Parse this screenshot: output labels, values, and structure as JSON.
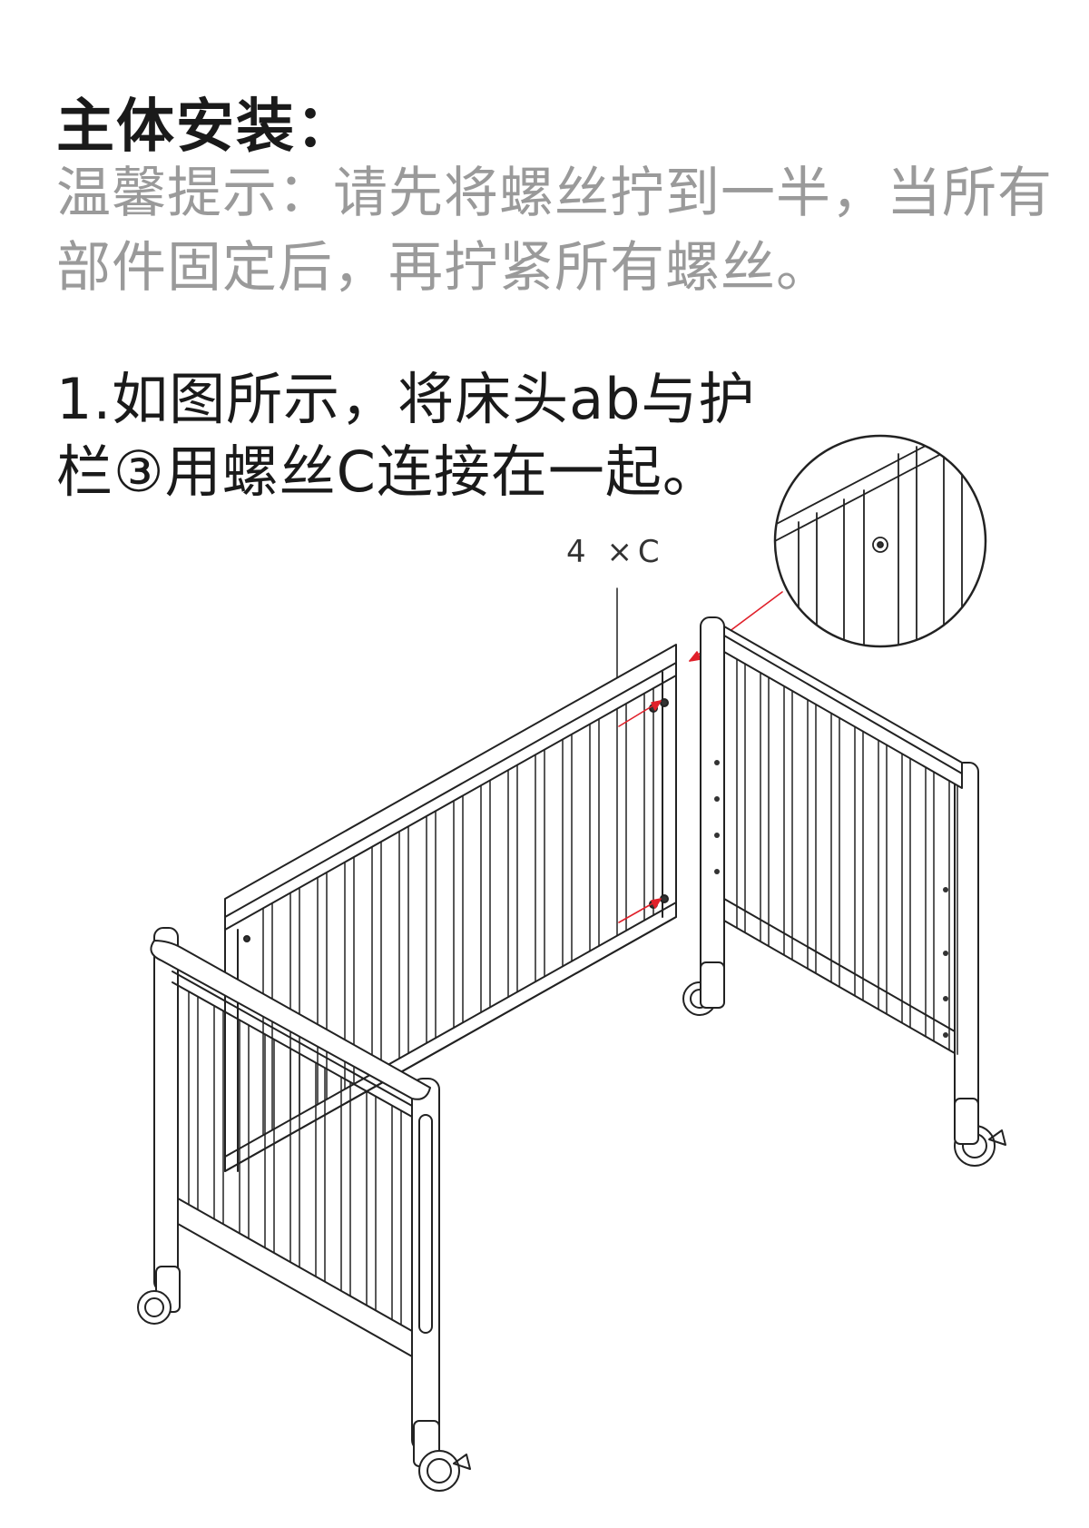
{
  "heading": "主体安装：",
  "tip": {
    "line1": "温馨提示：请先将螺丝拧到一半，当所有",
    "line2": "部件固定后，再拧紧所有螺丝。"
  },
  "step": {
    "line1": "1.如图所示，将床头ab与护",
    "line2": "栏③用螺丝C连接在一起。"
  },
  "callout_label": "4 ×C",
  "colors": {
    "text": "#1a1a1a",
    "tip": "#9a9a9a",
    "line": "#222222",
    "arrow": "#e0202a"
  }
}
